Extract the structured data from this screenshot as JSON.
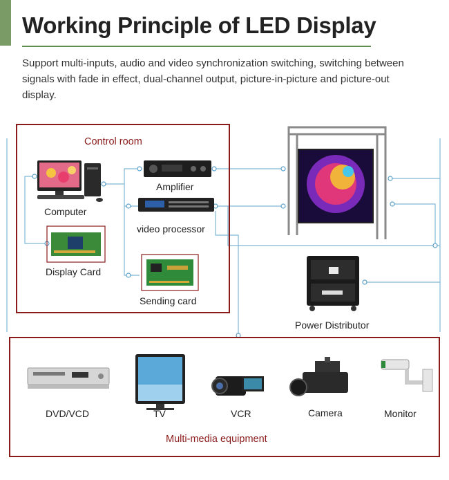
{
  "header": {
    "title": "Working Principle of LED Display",
    "description": "Support multi-inputs, audio and video synchronization switching, switching between signals with fade in effect, dual-channel output, picture-in-picture and picture-out display."
  },
  "control_room": {
    "title": "Control room",
    "computer": "Computer",
    "display_card": "Display Card",
    "amplifier": "Amplifier",
    "video_processor": "video processor",
    "sending_card": "Sending card"
  },
  "power_distributor": "Power Distributor",
  "multimedia": {
    "title": "Multi-media equipment",
    "items": [
      "DVD/VCD",
      "TV",
      "VCR",
      "Camera",
      "Monitor"
    ]
  },
  "colors": {
    "accent": "#7a9a66",
    "box_border": "#8b1a1a",
    "connector": "#7fb8d8"
  }
}
